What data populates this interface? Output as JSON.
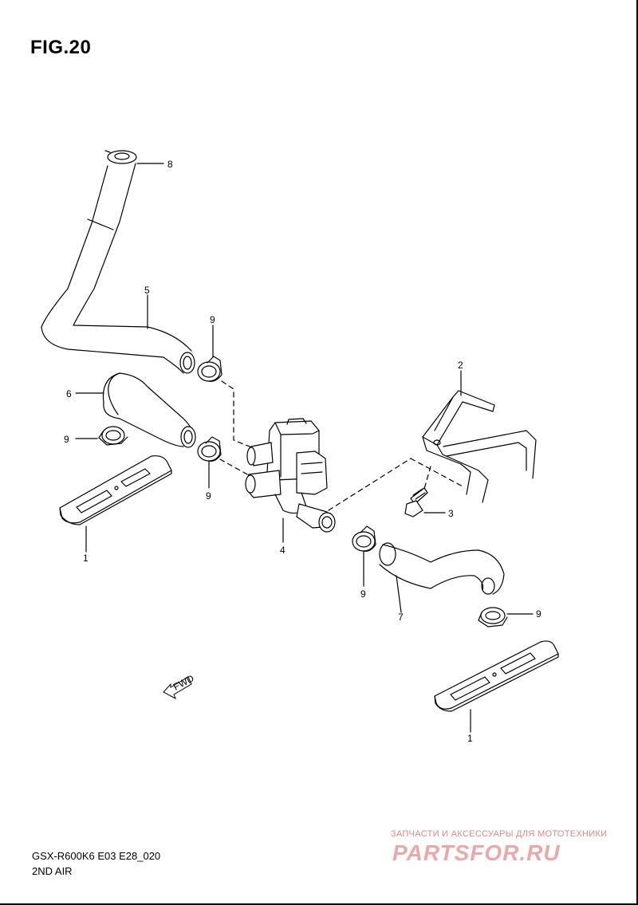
{
  "figure": {
    "title": "FIG.20"
  },
  "callouts": {
    "c1a": "1",
    "c1b": "1",
    "c2": "2",
    "c3": "3",
    "c4": "4",
    "c5": "5",
    "c6": "6",
    "c7": "7",
    "c8": "8",
    "c9a": "9",
    "c9b": "9",
    "c9c": "9",
    "c9d": "9",
    "c9e": "9"
  },
  "fwd_label": "FWD",
  "footer": {
    "model_code": "GSX-R600K6 E03 E28_020",
    "group_name": "2ND AIR"
  },
  "watermark": {
    "tagline": "ЗАПЧАСТИ И АКСЕССУАРЫ ДЛЯ МОТОТЕХНИКИ",
    "logo": "PARTSFOR.RU"
  }
}
